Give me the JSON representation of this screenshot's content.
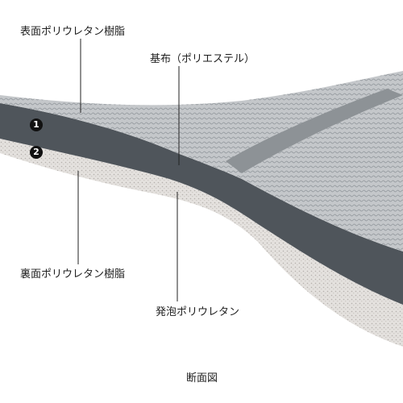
{
  "labels": {
    "surface_pu_resin": "表面ポリウレタン樹脂",
    "base_fabric": "基布（ポリエステル）",
    "back_pu_resin": "裏面ポリウレタン樹脂",
    "foamed_pu": "発泡ポリウレタン"
  },
  "markers": {
    "one": "1",
    "two": "2"
  },
  "caption": "断面図",
  "colors": {
    "top_leather": "#b9bcbf",
    "dark_layer": "#4f555b",
    "foam_layer": "#dedad6",
    "leader_line": "#222222"
  }
}
